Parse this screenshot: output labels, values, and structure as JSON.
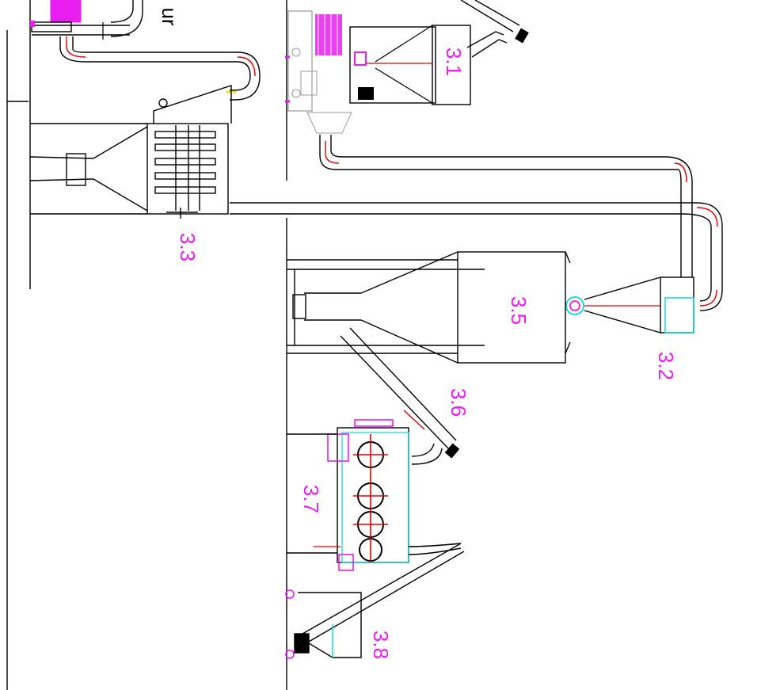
{
  "labels": {
    "l31": "3.1",
    "l32": "3.2",
    "l33": "3.3",
    "l35": "3.5",
    "l36": "3.6",
    "l37": "3.7",
    "l38": "3.8",
    "partial_word": "ur"
  },
  "colors": {
    "line": "#000000",
    "label": "#e81ef0",
    "accent_red": "#e00000",
    "accent_cyan": "#00d8e0",
    "accent_magenta": "#e81ef0",
    "equipment_gray": "#9a9a9a"
  }
}
